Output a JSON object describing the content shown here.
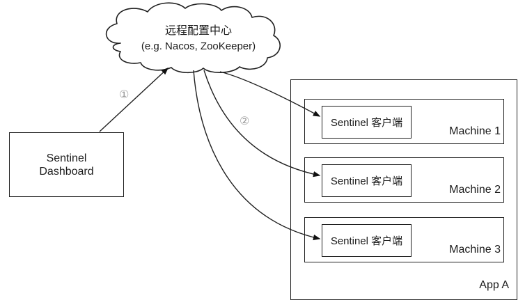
{
  "diagram": {
    "cloud": {
      "title": "远程配置中心",
      "subtitle": "(e.g. Nacos, ZooKeeper)"
    },
    "dashboard": {
      "line1": "Sentinel",
      "line2": "Dashboard"
    },
    "app": {
      "label": "App A",
      "machines": [
        {
          "name": "Machine 1",
          "client": "Sentinel 客户端"
        },
        {
          "name": "Machine 2",
          "client": "Sentinel 客户端"
        },
        {
          "name": "Machine 3",
          "client": "Sentinel 客户端"
        }
      ]
    },
    "annotations": {
      "step1": "①",
      "step2": "②"
    },
    "colors": {
      "stroke": "#1f1f1f",
      "annotation": "#9a9a9a",
      "background": "#ffffff"
    }
  }
}
